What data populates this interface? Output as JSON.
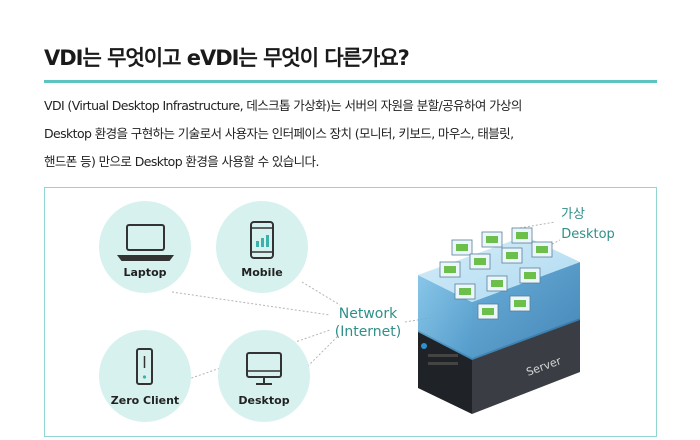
{
  "heading": "VDI는 무엇이고 eVDI는 무엇이 다른가요?",
  "description": [
    "VDI (Virtual Desktop Infrastructure, 데스크톱 가상화)는 서버의 자원을 분할/공유하여 가상의",
    "Desktop 환경을 구현하는 기술로서 사용자는 인터페이스 장치 (모니터, 키보드, 마우스, 태블릿,",
    "핸드폰 등) 만으로 Desktop 환경을 사용할 수 있습니다."
  ],
  "diagram": {
    "devices": {
      "laptop": "Laptop",
      "mobile": "Mobile",
      "zero_client": "Zero Client",
      "desktop": "Desktop"
    },
    "network_line1": "Network",
    "network_line2": "(Internet)",
    "virtual_line1": "가상",
    "virtual_line2": "Desktop",
    "server_label": "Server"
  },
  "colors": {
    "accent": "#5bc4c0",
    "circle_fill": "#d7f1ef",
    "label_teal": "#2f8f8a",
    "cube_top": "#a9d8f0",
    "cube_side": "#5aa6d6",
    "server_dark": "#2e3136"
  }
}
